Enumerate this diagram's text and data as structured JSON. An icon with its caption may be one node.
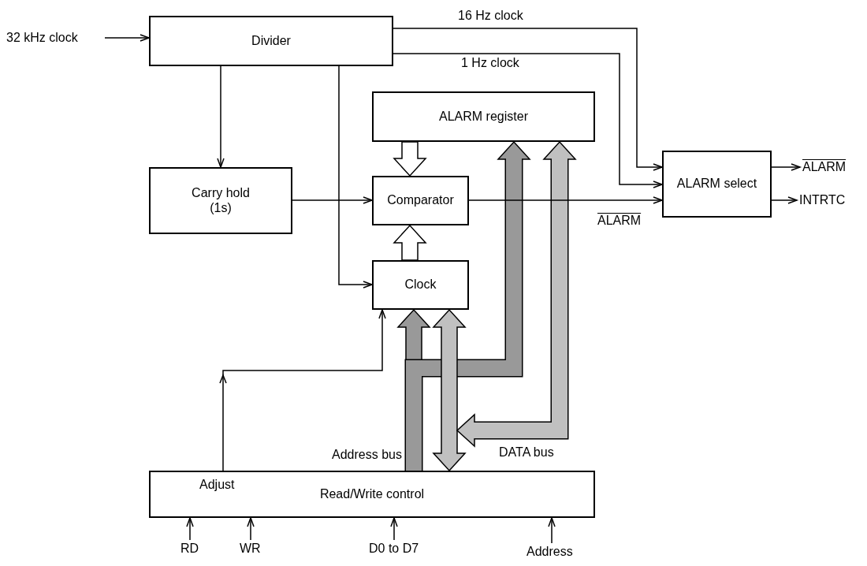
{
  "diagram": {
    "nodes": [
      {
        "text": [
          "32 kHz clock"
        ]
      },
      {
        "text": [
          "Divider"
        ]
      },
      {
        "text": [
          "Carry hold (1s)"
        ]
      },
      {
        "text": [
          "ALARM register"
        ]
      },
      {
        "text": [
          "Comparator"
        ]
      },
      {
        "text": [
          "Clock"
        ]
      },
      {
        "text": [
          "ALARM select"
        ]
      },
      {
        "text": [
          "ALARM"
        ]
      },
      {
        "text": [
          "INTRTC"
        ]
      },
      {
        "text": [
          "Adjust",
          "Read/Write control"
        ]
      },
      {
        "text": [
          "RD"
        ]
      },
      {
        "text": [
          "WR"
        ]
      },
      {
        "text": [
          "D0 to D7"
        ]
      },
      {
        "text": [
          "Address"
        ]
      }
    ],
    "edges": [
      {
        "from": 0,
        "to": 1,
        "arrow": "to"
      },
      {
        "from": 1,
        "to": 2,
        "arrow": "to"
      },
      {
        "from": 1,
        "to": 5,
        "arrow": "to"
      },
      {
        "from": 2,
        "to": 4,
        "arrow": "to"
      },
      {
        "from": 1,
        "to": 6,
        "arrow": "to",
        "label": "16 Hz clock"
      },
      {
        "from": 1,
        "to": 6,
        "arrow": "to",
        "label": "1 Hz clock"
      },
      {
        "from": 4,
        "to": 6,
        "arrow": "to",
        "label": "ALARM"
      },
      {
        "from": 3,
        "to": 4,
        "arrow": "to",
        "style": "thick",
        "color": "#ffffff"
      },
      {
        "from": 5,
        "to": 4,
        "arrow": "to",
        "style": "thick",
        "color": "#ffffff"
      },
      {
        "from": 6,
        "to": 7,
        "arrow": "to"
      },
      {
        "from": 6,
        "to": 8,
        "arrow": "to"
      },
      {
        "from": 9,
        "to": 5,
        "arrow": "to"
      },
      {
        "from": 9,
        "to": 5,
        "arrow": "to",
        "style": "thick",
        "color": "#999999"
      },
      {
        "from": 9,
        "to": 3,
        "arrow": "to",
        "style": "thick",
        "color": "#999999",
        "label": "Address bus"
      },
      {
        "from": 9,
        "to": 5,
        "arrow": "both",
        "style": "thick",
        "color": "#c0c0c0"
      },
      {
        "from": 3,
        "to": 9,
        "arrow": "both",
        "style": "thick",
        "color": "#c0c0c0",
        "label": "DATA bus"
      },
      {
        "from": 10,
        "to": 9,
        "arrow": "to"
      },
      {
        "from": 11,
        "to": 9,
        "arrow": "to"
      },
      {
        "from": 12,
        "to": 9,
        "arrow": "to"
      },
      {
        "from": 13,
        "to": 9,
        "arrow": "to"
      }
    ]
  }
}
